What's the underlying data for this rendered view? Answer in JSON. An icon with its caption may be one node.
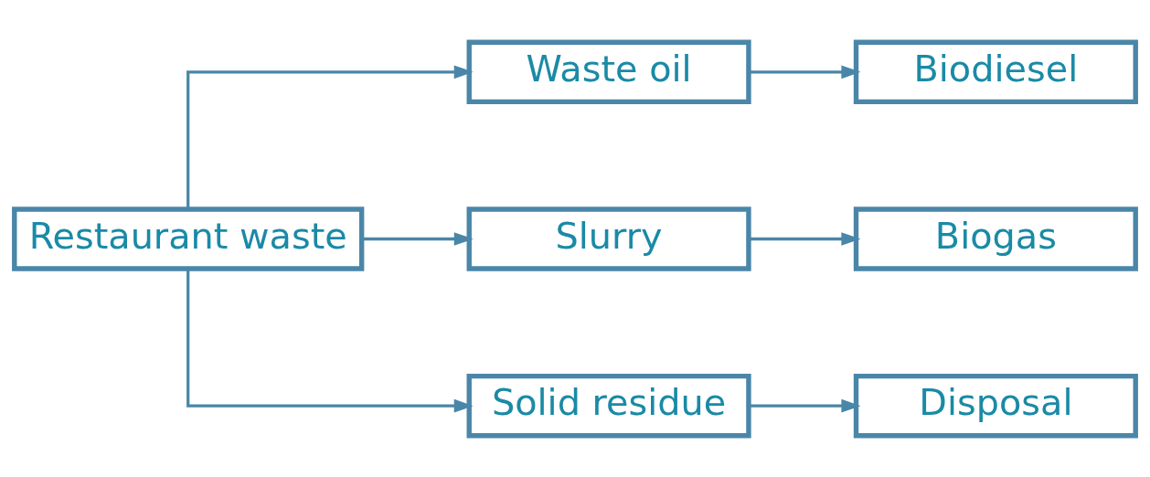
{
  "diagram": {
    "nodes": [
      {
        "text": [
          "Restaurant waste"
        ]
      },
      {
        "text": [
          "Waste oil"
        ]
      },
      {
        "text": [
          "Slurry"
        ]
      },
      {
        "text": [
          "Solid residue"
        ]
      },
      {
        "text": [
          "Biodiesel"
        ]
      },
      {
        "text": [
          "Biogas"
        ]
      },
      {
        "text": [
          "Disposal"
        ]
      }
    ],
    "edges": [
      {
        "from": 0,
        "to": 1,
        "arrow": "to"
      },
      {
        "from": 0,
        "to": 2,
        "arrow": "to"
      },
      {
        "from": 0,
        "to": 3,
        "arrow": "to"
      },
      {
        "from": 1,
        "to": 4,
        "arrow": "to"
      },
      {
        "from": 2,
        "to": 5,
        "arrow": "to"
      },
      {
        "from": 3,
        "to": 6,
        "arrow": "to"
      }
    ]
  }
}
